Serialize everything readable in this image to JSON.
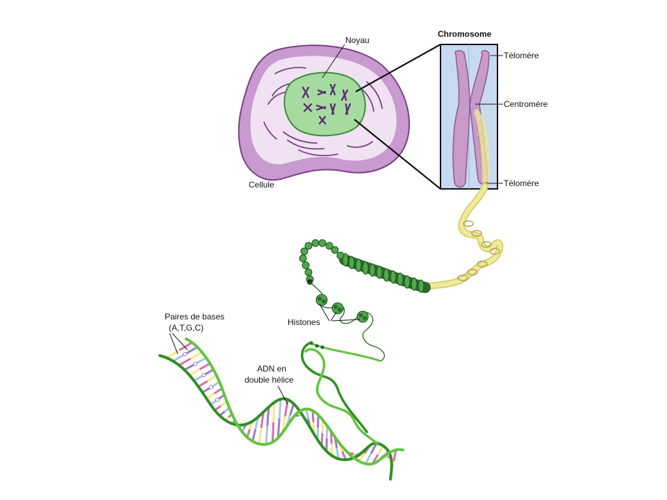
{
  "labels": {
    "noyau": "Noyau",
    "cellule": "Cellule",
    "chromosome": "Chromosome",
    "telomere_top": "Télomère",
    "centromere": "Centromère",
    "telomere_bottom": "Télomère",
    "histones": "Histones",
    "paires_line1": "Paires de bases",
    "paires_line2": "(A,T,G,C)",
    "adn_line1": "ADN en",
    "adn_line2": "double hélice"
  },
  "colors": {
    "cell_fill": "#c89ad0",
    "cell_edge": "#7a3f86",
    "cytoplasm": "#f0e2f2",
    "nucleus_fill": "#a6dba0",
    "nucleus_edge": "#3d8a3d",
    "chromosome_fill": "#c79ac9",
    "chromosome_panel": "#c8daf0",
    "chromatin": "#f1ea9e",
    "chromatin_edge": "#a8a04a",
    "fiber_green": "#4fa84b",
    "fiber_dark": "#2e6a2c",
    "helix_green": "#63c43f",
    "base_purple": "#9a7bc6",
    "base_yellow": "#f3e88a",
    "base_blue": "#a9c4e6",
    "base_pink": "#d46fb0"
  },
  "icons": [
    "cell-illustration",
    "nucleus-illustration",
    "chromosome-illustration",
    "chromatin-fiber-illustration",
    "histone-illustration",
    "dna-double-helix-illustration"
  ]
}
